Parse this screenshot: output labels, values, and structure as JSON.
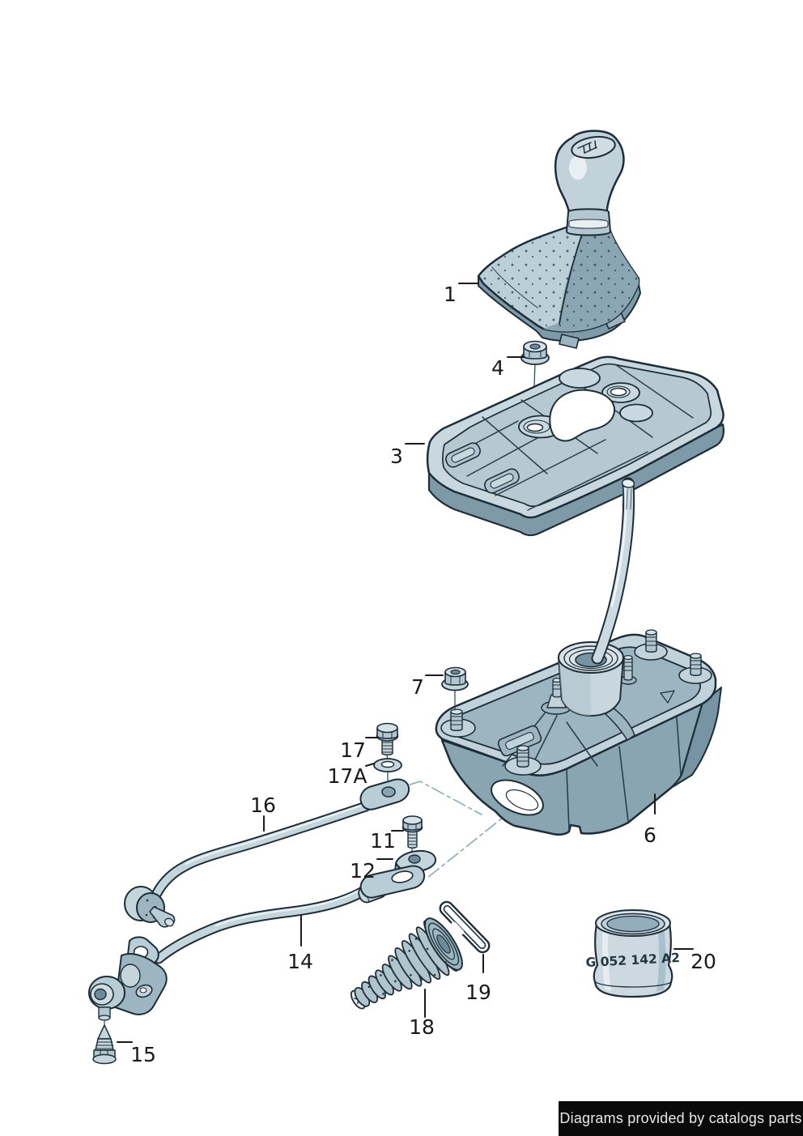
{
  "diagram": {
    "canister_code": "G 052 142 A2",
    "callouts": [
      {
        "id": "1"
      },
      {
        "id": "3"
      },
      {
        "id": "4"
      },
      {
        "id": "6"
      },
      {
        "id": "7"
      },
      {
        "id": "11"
      },
      {
        "id": "12"
      },
      {
        "id": "14"
      },
      {
        "id": "15"
      },
      {
        "id": "16"
      },
      {
        "id": "17"
      },
      {
        "id": "17A"
      },
      {
        "id": "18"
      },
      {
        "id": "19"
      },
      {
        "id": "20"
      }
    ],
    "colors": {
      "outline": "#1d2e38",
      "fill_light": "#c5d5dc",
      "fill_mid": "#9db5c1",
      "fill_dark": "#7e9aa8",
      "background": "#ffffff",
      "footer_bg": "#0a0a0a",
      "footer_text": "#e9e9e9"
    }
  },
  "footer": {
    "text": "Diagrams provided by catalogs parts"
  }
}
